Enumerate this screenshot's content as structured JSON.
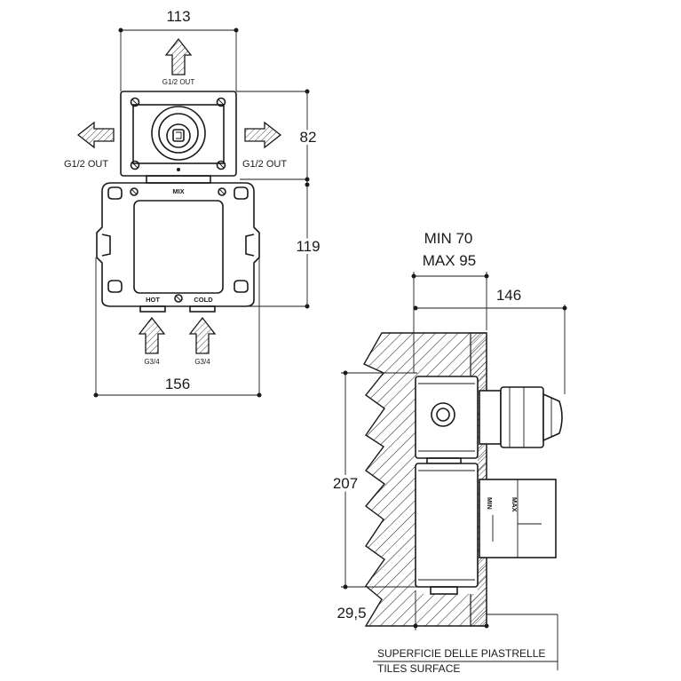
{
  "front_view": {
    "dim_top": "113",
    "dim_right_upper": "82",
    "dim_right_lower": "119",
    "dim_bottom": "156",
    "out_top": "G1/2 OUT",
    "out_left": "G1/2 OUT",
    "out_right": "G1/2 OUT",
    "mix_label": "MIX",
    "hot_label": "HOT",
    "cold_label": "COLD",
    "in_left": "G3/4",
    "in_right": "G3/4"
  },
  "side_view": {
    "min_depth": "MIN 70",
    "max_depth": "MAX 95",
    "dim_depth": "146",
    "dim_height": "207",
    "dim_tile": "29,5",
    "scale_min": "MIN",
    "scale_max": "MAX"
  },
  "note": {
    "line1": "SUPERFICIE DELLE PIASTRELLE",
    "line2": "TILES SURFACE"
  }
}
